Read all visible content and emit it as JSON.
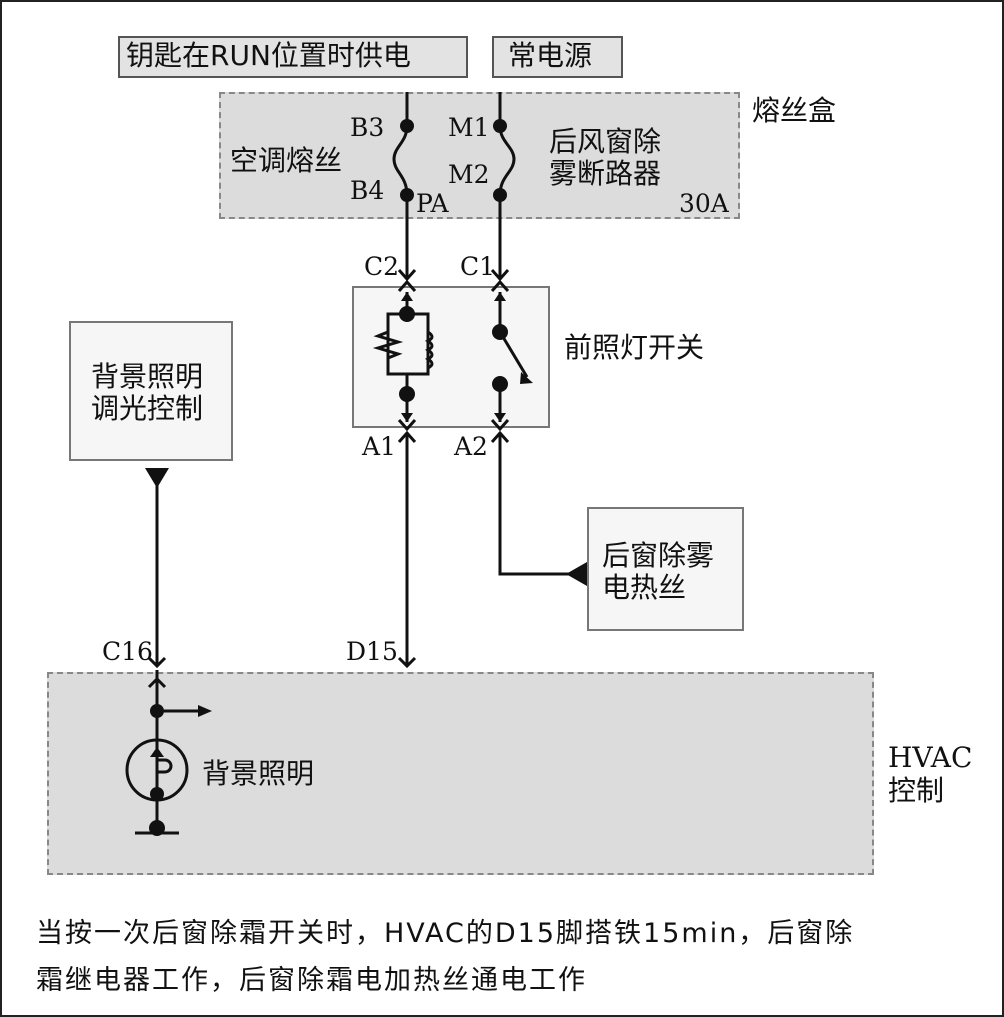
{
  "supplies": {
    "run_power": "钥匙在RUN位置时供电",
    "battery": "常电源"
  },
  "fuse_box": {
    "title": "熔丝盒",
    "ac_fuse": "空调熔丝",
    "rear_defog_breaker_line1": "后风窗除",
    "rear_defog_breaker_line2": "雾断路器",
    "rating": "30A",
    "pins": {
      "b3": "B3",
      "b4": "B4",
      "pa": "PA",
      "m1": "M1",
      "m2": "M2"
    }
  },
  "headlamp_switch": {
    "title": "前照灯开关",
    "pins": {
      "c2": "C2",
      "c1": "C1",
      "a1": "A1",
      "a2": "A2"
    }
  },
  "backlight_dimmer": {
    "line1": "背景照明",
    "line2": "调光控制"
  },
  "rear_defog_grid": {
    "line1": "后窗除雾",
    "line2": "电热丝"
  },
  "hvac": {
    "line1": "HVAC",
    "line2": "控制",
    "backlight": "背景照明",
    "pins": {
      "c16": "C16",
      "d15": "D15"
    }
  },
  "note": {
    "line1": "当按一次后窗除霜开关时，HVAC的D15脚搭铁15min，后窗除",
    "line2": "霜继电器工作，后窗除霜电加热丝通电工作"
  }
}
